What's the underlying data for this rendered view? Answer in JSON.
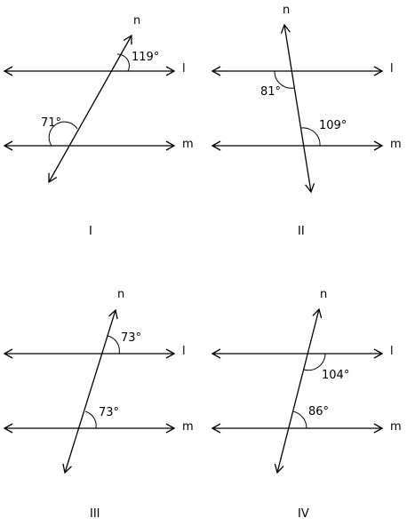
{
  "line_labels": {
    "upper": "l",
    "lower": "m",
    "transversal": "n"
  },
  "diagrams": [
    {
      "id": "I",
      "caption": "I",
      "angles": [
        "119°",
        "71°"
      ]
    },
    {
      "id": "II",
      "caption": "II",
      "angles": [
        "81°",
        "109°"
      ]
    },
    {
      "id": "III",
      "caption": "III",
      "angles": [
        "73°",
        "73°"
      ]
    },
    {
      "id": "IV",
      "caption": "IV",
      "angles": [
        "104°",
        "86°"
      ]
    }
  ]
}
